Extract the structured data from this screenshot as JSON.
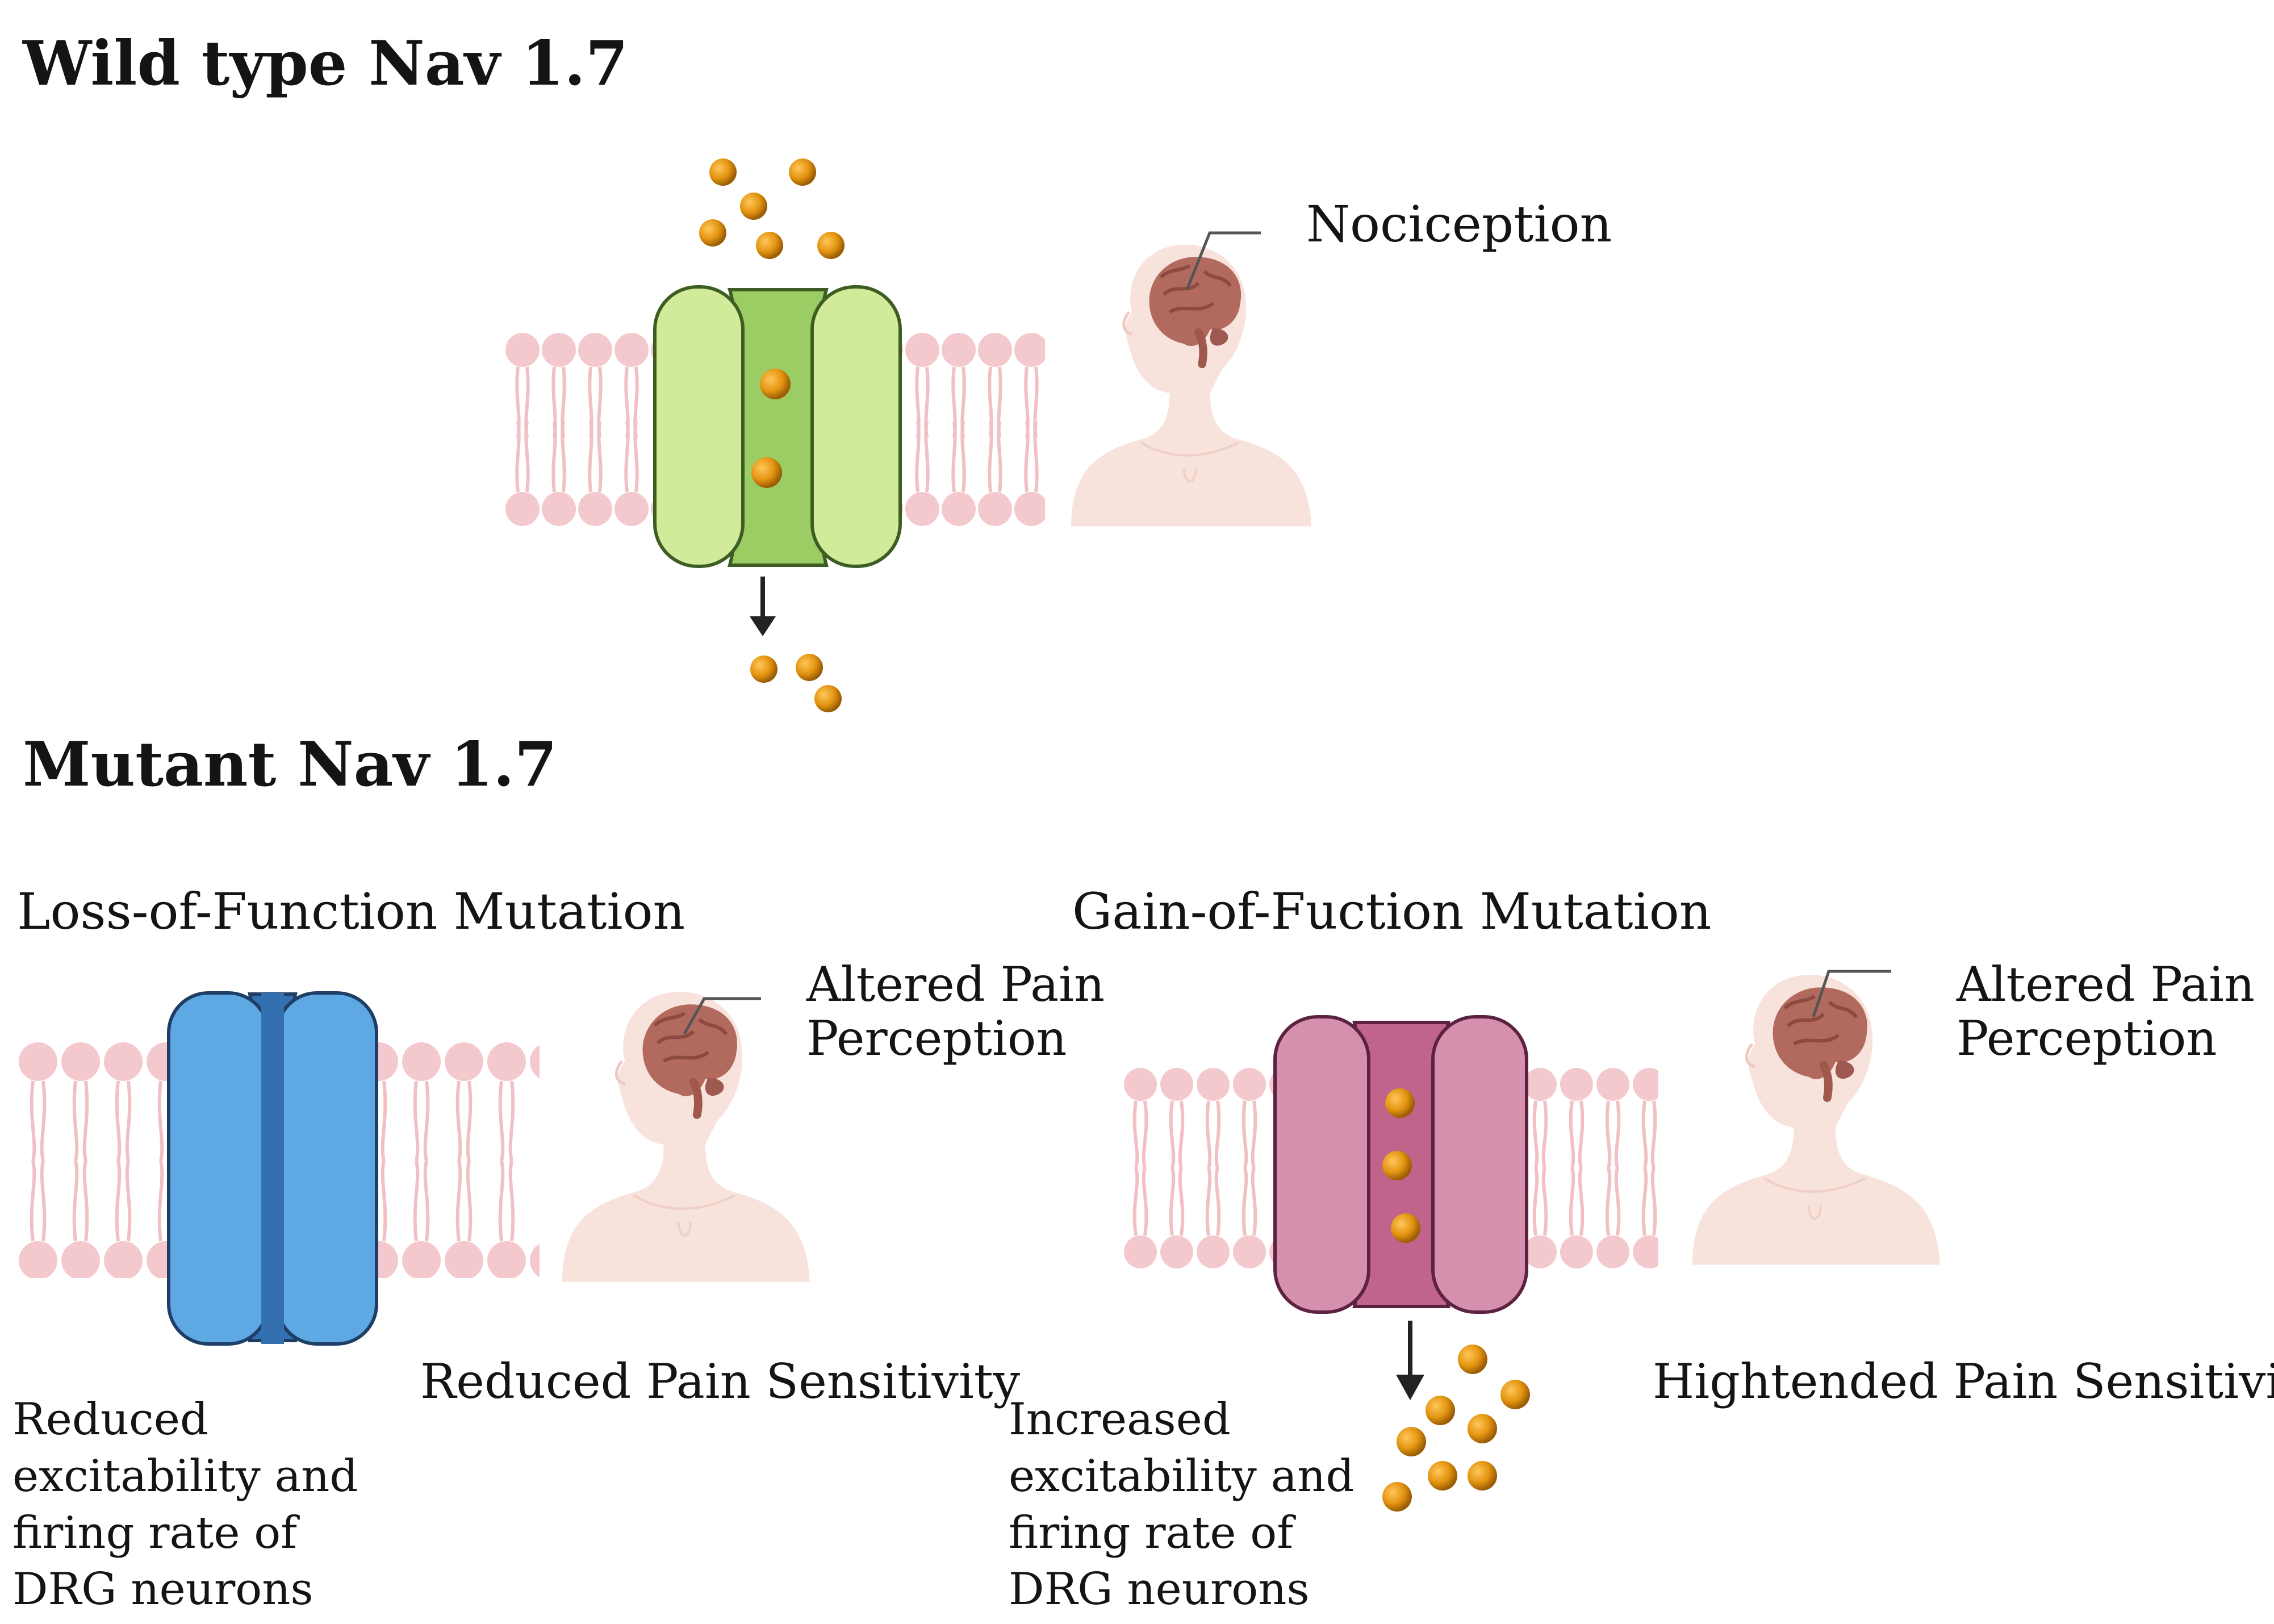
{
  "wild_type": {
    "title": "Wild type Nav 1.7",
    "brain_label": "Nociception"
  },
  "mutant": {
    "title": "Mutant Nav 1.7",
    "loss": {
      "heading": "Loss-of-Function Mutation",
      "brain_label_lines": [
        "Altered Pain",
        "Perception"
      ],
      "sensitivity": "Reduced Pain Sensitivity",
      "neuron_effect_lines": [
        "Reduced",
        "excitability and",
        "firing rate of",
        "DRG neurons"
      ]
    },
    "gain": {
      "heading": "Gain-of-Fuction Mutation",
      "brain_label_lines": [
        "Altered Pain",
        "Perception"
      ],
      "sensitivity": "Hightended Pain Sensitivity",
      "neuron_effect_lines": [
        "Increased",
        "excitability and",
        "firing rate of",
        "DRG neurons"
      ]
    }
  },
  "colors": {
    "membrane": "#f4c9cd",
    "wild_channel_outer": "#d2eb9a",
    "wild_channel_inner": "#9ccc64",
    "loss_channel_outer": "#5ea8e3",
    "loss_channel_inner": "#346fb0",
    "gain_channel_outer": "#d590ad",
    "gain_channel_inner": "#c0648b",
    "ion": "#e39410",
    "skin": "#f8e2dc",
    "brain": "#b36a5e"
  }
}
